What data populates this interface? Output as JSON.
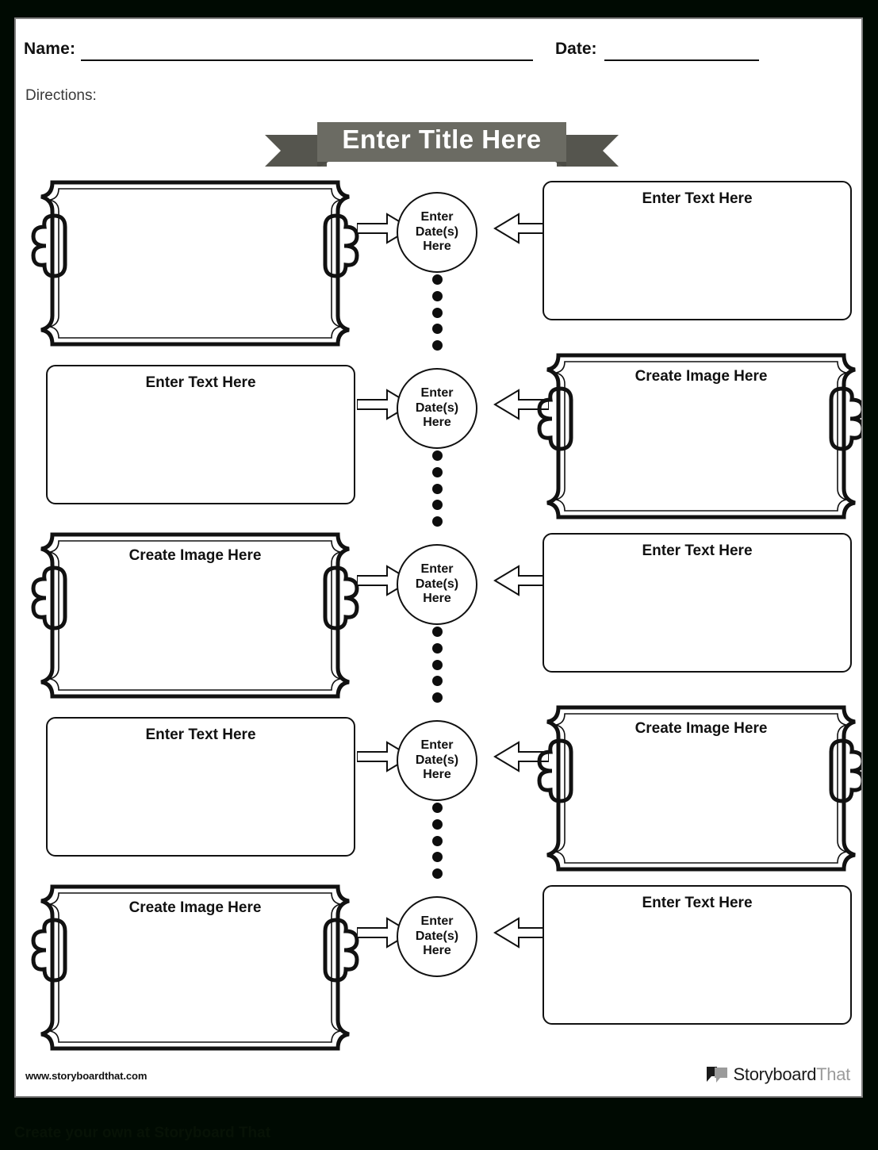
{
  "header": {
    "name_label": "Name:",
    "date_label": "Date:",
    "directions_label": "Directions:"
  },
  "title_banner": {
    "text": "Enter Title Here",
    "fill": "#6b6b63",
    "tail_fill": "#55554e",
    "text_color": "#ffffff"
  },
  "diagram": {
    "circle_line1": "Enter",
    "circle_line2": "Date(s)",
    "circle_line3": "Here",
    "dots_per_connector": 5,
    "rows": [
      {
        "left": {
          "style": "ornate",
          "label": ""
        },
        "right": {
          "style": "plain",
          "label": "Enter Text Here"
        }
      },
      {
        "left": {
          "style": "plain",
          "label": "Enter Text Here"
        },
        "right": {
          "style": "ornate",
          "label": "Create Image Here"
        }
      },
      {
        "left": {
          "style": "ornate",
          "label": "Create Image Here"
        },
        "right": {
          "style": "plain",
          "label": "Enter Text Here"
        }
      },
      {
        "left": {
          "style": "plain",
          "label": "Enter Text Here"
        },
        "right": {
          "style": "ornate",
          "label": "Create Image Here"
        }
      },
      {
        "left": {
          "style": "ornate",
          "label": "Create Image Here"
        },
        "right": {
          "style": "plain",
          "label": "Enter Text Here"
        }
      }
    ]
  },
  "footer": {
    "url": "www.storyboardthat.com",
    "logo_bold": "Storyboard",
    "logo_light": "That"
  },
  "bottom_strip": {
    "text": "Create your own at Storyboard That"
  }
}
